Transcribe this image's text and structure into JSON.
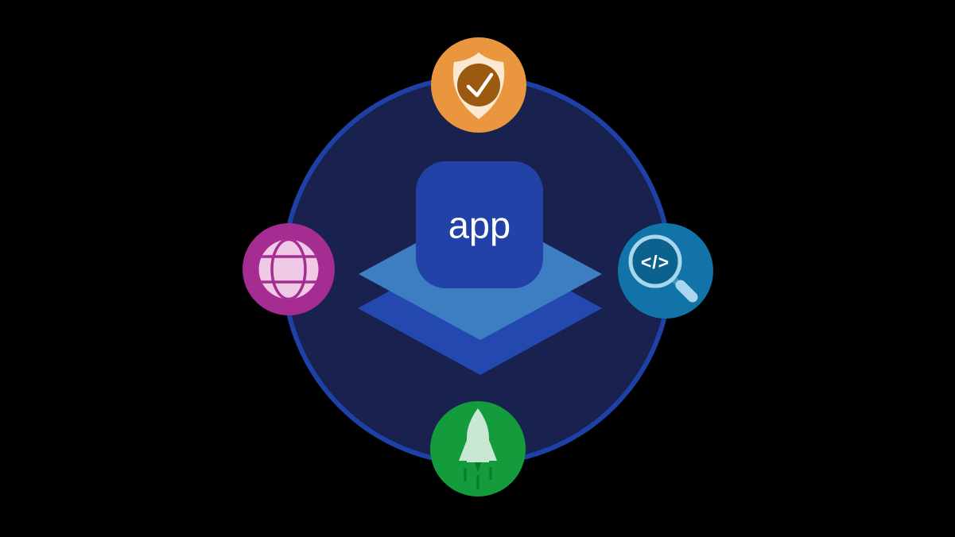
{
  "diagram": {
    "app_box": {
      "label": "app"
    },
    "icons": [
      {
        "name": "shield-check-icon",
        "position": "top",
        "meaning": "verified security"
      },
      {
        "name": "globe-icon",
        "position": "left",
        "meaning": "web"
      },
      {
        "name": "code-search-icon",
        "position": "right",
        "symbol": "</>",
        "meaning": "code inspection"
      },
      {
        "name": "rocket-icon",
        "position": "bottom",
        "meaning": "launch"
      }
    ],
    "layers": {
      "count": 2
    }
  },
  "colors": {
    "background": "#000000",
    "ring_fill": "#19214F",
    "ring_stroke": "#1E41A8",
    "app_box": "#2342A7",
    "app_text": "#FFFFFF",
    "layer_light": "#3C7EC1",
    "layer_dark": "#2349B0",
    "shield_circle": "#E9963E",
    "shield_fill": "#FAE8D1",
    "shield_badge": "#9A5A10",
    "check_stroke": "#FFFFFF",
    "globe_circle": "#A52C91",
    "globe_fill": "#EFC9E6",
    "code_circle": "#1173A8",
    "code_lens_fill": "#0B628F",
    "code_lens_stroke": "#A9D6EC",
    "code_connector": "#3D94BE",
    "code_handle": "#ABD7EE",
    "code_symbol": "#FFFFFF",
    "rocket_circle": "#149C3C",
    "rocket_fill": "#C9E8D3",
    "rocket_exhaust": "#067A2D"
  }
}
